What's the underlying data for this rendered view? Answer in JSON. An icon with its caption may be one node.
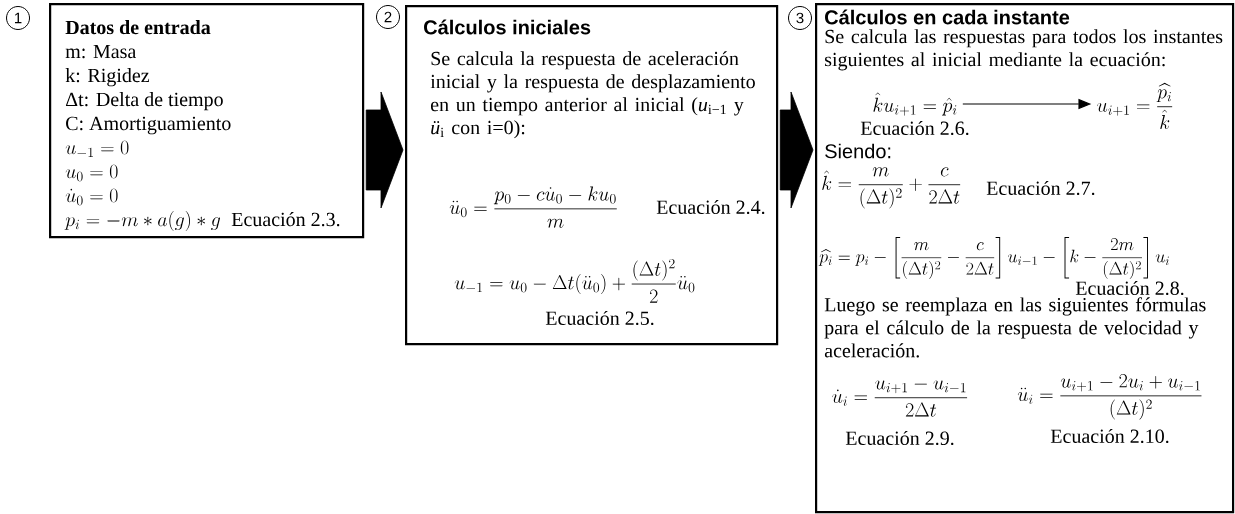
{
  "diagram": {
    "nodes": [
      {
        "text": [
          "Datos de entrada",
          "m: Masa",
          "k: Rigidez",
          "Δt: Delta de tiempo",
          "C: Amortiguamiento",
          "u_{-1} = 0",
          "u_0 = 0",
          "\\dot{u}_0 = 0",
          "p_i = -m \\ast a(g) \\ast g",
          "Ecuación 2.3."
        ],
        "beside": [
          "1"
        ]
      },
      {
        "text": [
          "Cálculos iniciales",
          "Se calcula la respuesta de aceleración inicial y la respuesta de desplazamiento en un tiempo anterior al inicial (*u*$_{i−1}$ y *ü*$_{i}$ con i=0):",
          "\\ddot{u}_0 = \\frac{p_0 - c\\dot{u}_0 - ku_0}{m}",
          "Ecuación 2.4.",
          "u_{-1} = u_0 - \\Delta t(\\ddot{u}_0) + \\frac{(\\Delta t)^2}{2}\\ddot{u}_0",
          "Ecuación 2.5."
        ],
        "beside": [
          "2"
        ]
      },
      {
        "text": [
          "Cálculos en cada instante",
          "Se calcula las respuestas para todos los instantes siguientes al inicial mediante la ecuación:",
          "Siendo:",
          "\\hat{k} = \\frac{m}{(\\Delta t)^2} + \\frac{c}{2\\Delta t}",
          "Ecuación 2.7.",
          "\\widehat{p_i} = p_i - \\left[\\frac{m}{(\\Delta t)^2} - \\frac{c}{2\\Delta t}\\right]u_{i-1} - \\left[k - \\frac{2m}{(\\Delta t)^2}\\right]u_i",
          "Ecuación 2.8.",
          "Luego se reemplaza en las siguientes fórmulas para el cálculo de la respuesta de velocidad y aceleración.",
          "\\dot{u}_i = \\frac{u_{i+1} - u_{i-1}}{2\\Delta t}",
          "Ecuación 2.9.",
          "\\ddot{u}_i = \\frac{u_{i+1} - 2u_i + u_{i-1}}{(\\Delta t)^2}",
          "Ecuación 2.10."
        ],
        "beside": [
          "3"
        ]
      },
      {
        "text": [
          "\\hat{k}u_{i+1} = \\hat{p}_i"
        ],
        "beside": [
          "Ecuación 2.6."
        ],
        "in": 2
      },
      {
        "text": [
          "u_{i+1} = \\frac{\\widehat{p_i}}{\\hat{k}}"
        ],
        "in": 2
      }
    ],
    "edges": [
      {
        "from": 0,
        "to": 1,
        "arrow": "to",
        "style": "thick"
      },
      {
        "from": 1,
        "to": 2,
        "arrow": "to",
        "style": "thick"
      },
      {
        "from": 3,
        "to": 4,
        "arrow": "to"
      }
    ]
  }
}
